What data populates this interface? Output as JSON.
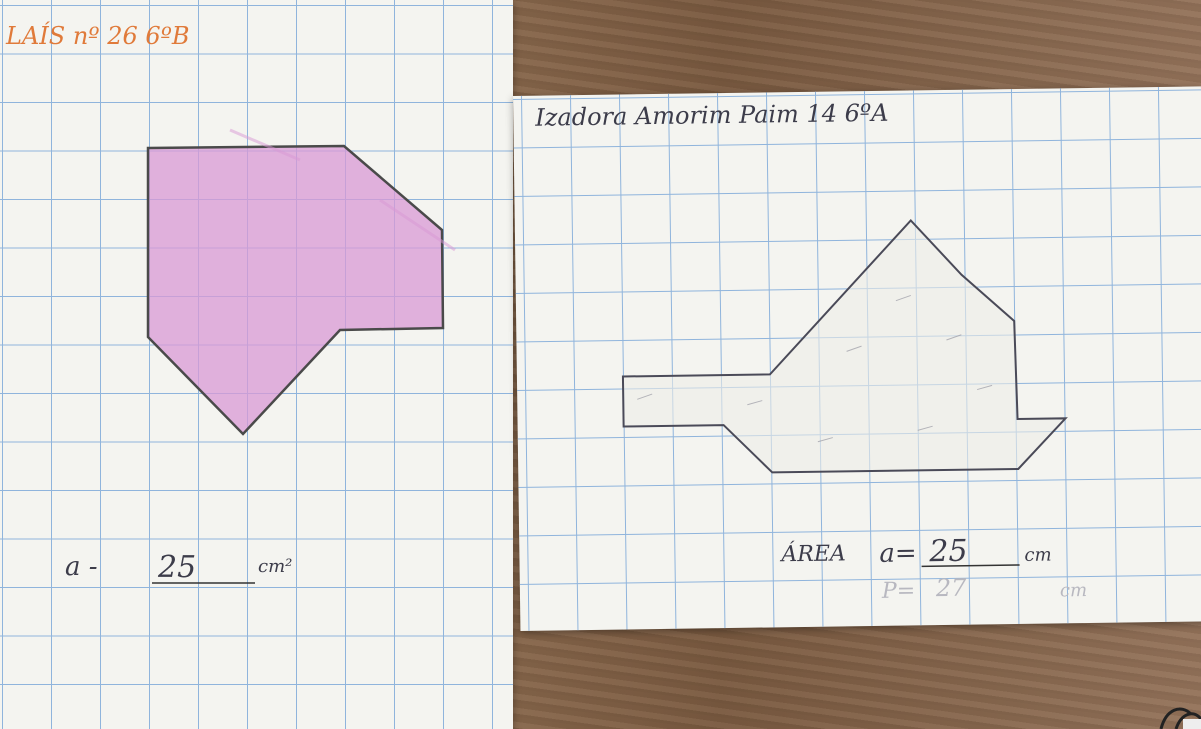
{
  "left_sheet": {
    "header": "LAÍS nº 26 6ºB",
    "answer_prefix": "a -",
    "answer_value": "25",
    "answer_unit": "cm²",
    "shape_color": "#d99ad6"
  },
  "right_sheet": {
    "header": "Izadora Amorim Paim 14 6ºA",
    "area_label": "ÁREA",
    "area_prefix": "a=",
    "area_value": "25",
    "area_unit": "cm",
    "perimeter_prefix": "P=",
    "perimeter_value": "27",
    "perimeter_unit": "cm"
  }
}
